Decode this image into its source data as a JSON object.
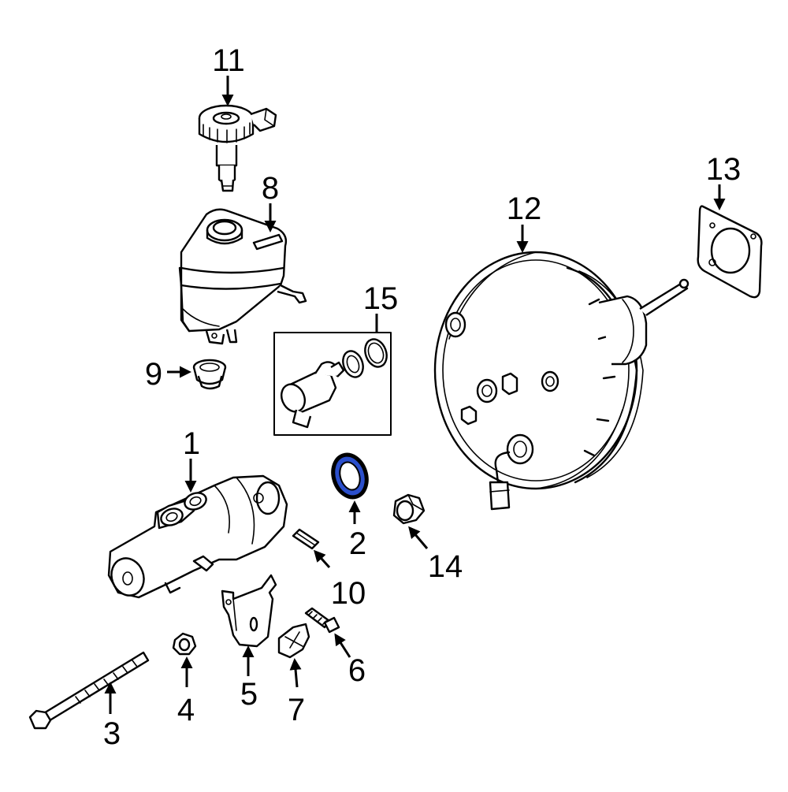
{
  "diagram": {
    "highlight_color": "#2b4fcc",
    "parts": [
      {
        "id": "1",
        "label": "1"
      },
      {
        "id": "2",
        "label": "2",
        "highlighted": true
      },
      {
        "id": "3",
        "label": "3"
      },
      {
        "id": "4",
        "label": "4"
      },
      {
        "id": "5",
        "label": "5"
      },
      {
        "id": "6",
        "label": "6"
      },
      {
        "id": "7",
        "label": "7"
      },
      {
        "id": "8",
        "label": "8"
      },
      {
        "id": "9",
        "label": "9"
      },
      {
        "id": "10",
        "label": "10"
      },
      {
        "id": "11",
        "label": "11"
      },
      {
        "id": "12",
        "label": "12"
      },
      {
        "id": "13",
        "label": "13"
      },
      {
        "id": "14",
        "label": "14"
      },
      {
        "id": "15",
        "label": "15"
      }
    ]
  }
}
